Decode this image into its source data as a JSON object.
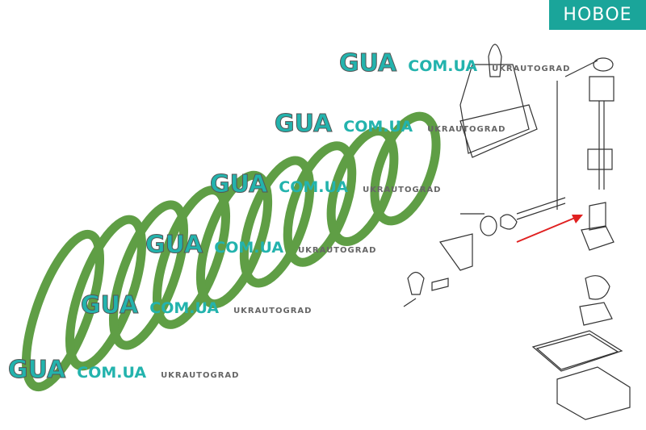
{
  "badge": {
    "label": "НОВОЕ",
    "color": "#1aa59a"
  },
  "watermark": {
    "brand": "GUA",
    "domain": "COM.UA",
    "site": "UKRAUTOGRAD",
    "color": "#23b3ad"
  },
  "product": {
    "spring_color": "#6aa84f",
    "arrow_color": "#e02020"
  }
}
